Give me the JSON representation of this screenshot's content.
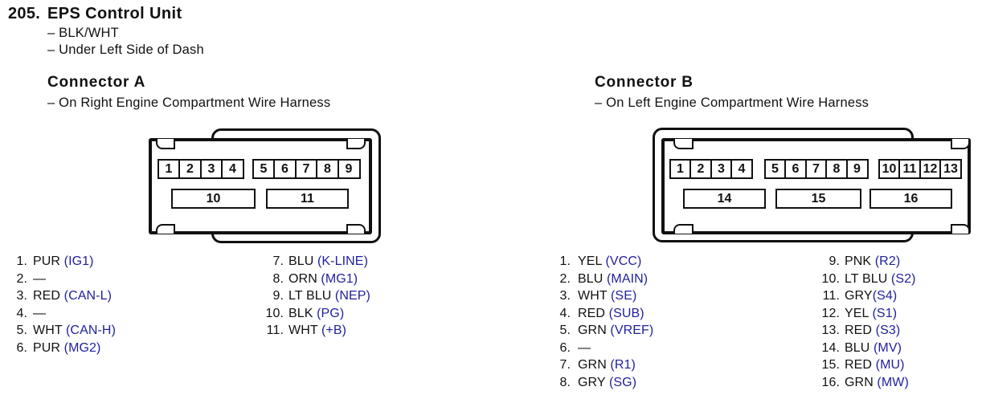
{
  "header": {
    "item_number": "205.",
    "title": "EPS Control Unit",
    "details": [
      "– BLK/WHT",
      "– Under Left Side of Dash"
    ]
  },
  "palette": {
    "ink": "#111111",
    "signal_blue": "#1f1f9e",
    "paper": "#ffffff"
  },
  "connector_a": {
    "title": "Connector A",
    "location": "– On Right Engine Compartment Wire Harness",
    "diagram": {
      "row1_groups": [
        [
          "1",
          "2",
          "3",
          "4"
        ],
        [
          "5",
          "6",
          "7",
          "8",
          "9"
        ]
      ],
      "row2_boxes": [
        "10",
        "11"
      ]
    },
    "pin_list_col1": [
      {
        "num": "1.",
        "color": "PUR",
        "signal": " (IG1)"
      },
      {
        "num": "2.",
        "color": "—",
        "signal": ""
      },
      {
        "num": "3.",
        "color": "RED",
        "signal": " (CAN-L)"
      },
      {
        "num": "4.",
        "color": "—",
        "signal": ""
      },
      {
        "num": "5.",
        "color": "WHT",
        "signal": " (CAN-H)"
      },
      {
        "num": "6.",
        "color": "PUR",
        "signal": " (MG2)"
      }
    ],
    "pin_list_col2": [
      {
        "num": "7.",
        "color": "BLU",
        "signal": " (K-LINE)"
      },
      {
        "num": "8.",
        "color": "ORN",
        "signal": " (MG1)"
      },
      {
        "num": "9.",
        "color": "LT BLU",
        "signal": " (NEP)"
      },
      {
        "num": "10.",
        "color": "BLK",
        "signal": " (PG)"
      },
      {
        "num": "11.",
        "color": "WHT",
        "signal": " (+B)"
      }
    ]
  },
  "connector_b": {
    "title": "Connector B",
    "location": "– On Left Engine Compartment Wire Harness",
    "diagram": {
      "row1_groups": [
        [
          "1",
          "2",
          "3",
          "4"
        ],
        [
          "5",
          "6",
          "7",
          "8",
          "9"
        ],
        [
          "10",
          "11",
          "12",
          "13"
        ]
      ],
      "row2_boxes": [
        "14",
        "15",
        "16"
      ]
    },
    "pin_list_col1": [
      {
        "num": "1.",
        "color": "YEL",
        "signal": " (VCC)"
      },
      {
        "num": "2.",
        "color": "BLU",
        "signal": " (MAIN)"
      },
      {
        "num": "3.",
        "color": "WHT",
        "signal": " (SE)"
      },
      {
        "num": "4.",
        "color": "RED",
        "signal": " (SUB)"
      },
      {
        "num": "5.",
        "color": "GRN",
        "signal": " (VREF)"
      },
      {
        "num": "6.",
        "color": "—",
        "signal": ""
      },
      {
        "num": "7.",
        "color": "GRN",
        "signal": " (R1)"
      },
      {
        "num": "8.",
        "color": "GRY",
        "signal": " (SG)"
      }
    ],
    "pin_list_col2": [
      {
        "num": "9.",
        "color": "PNK",
        "signal": " (R2)"
      },
      {
        "num": "10.",
        "color": "LT BLU",
        "signal": " (S2)"
      },
      {
        "num": "11.",
        "color": "GRY",
        "signal": "(S4)"
      },
      {
        "num": "12.",
        "color": "YEL",
        "signal": " (S1)"
      },
      {
        "num": "13.",
        "color": "RED",
        "signal": " (S3)"
      },
      {
        "num": "14.",
        "color": "BLU",
        "signal": " (MV)"
      },
      {
        "num": "15.",
        "color": "RED",
        "signal": " (MU)"
      },
      {
        "num": "16.",
        "color": "GRN",
        "signal": " (MW)"
      }
    ]
  }
}
